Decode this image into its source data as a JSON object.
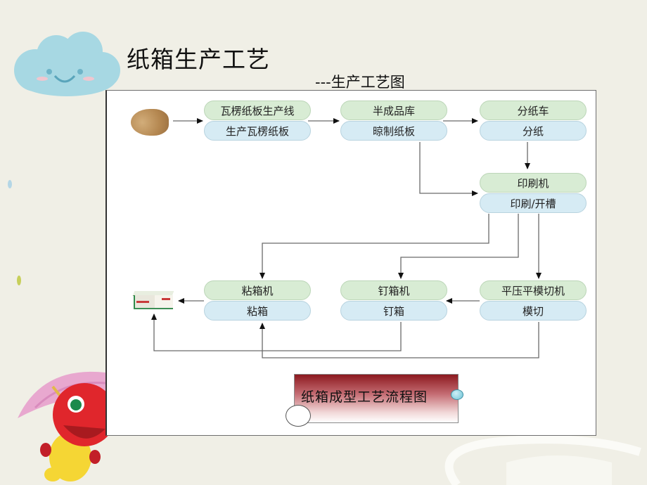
{
  "slide": {
    "title": "纸箱生产工艺",
    "subtitle": "---生产工艺图"
  },
  "diagram": {
    "start_image": "paper-roll",
    "end_image": "carton-box",
    "nodes": [
      {
        "id": "corrugator",
        "machine": "瓦楞纸板生产线",
        "process": "生产瓦楞纸板"
      },
      {
        "id": "semi-store",
        "machine": "半成品库",
        "process": "晾制纸板"
      },
      {
        "id": "slitter",
        "machine": "分纸车",
        "process": "分纸"
      },
      {
        "id": "printer",
        "machine": "印刷机",
        "process": "印刷/开槽"
      },
      {
        "id": "gluer",
        "machine": "粘箱机",
        "process": "粘箱"
      },
      {
        "id": "stitcher",
        "machine": "钉箱机",
        "process": "钉箱"
      },
      {
        "id": "die-cutter",
        "machine": "平压平模切机",
        "process": "模切"
      }
    ],
    "caption": "纸箱成型工艺流程图"
  },
  "colors": {
    "machine_fill": "#d8ecd4",
    "process_fill": "#d6ebf4",
    "caption_top": "#8c1a1f",
    "background": "#f0efe6"
  }
}
